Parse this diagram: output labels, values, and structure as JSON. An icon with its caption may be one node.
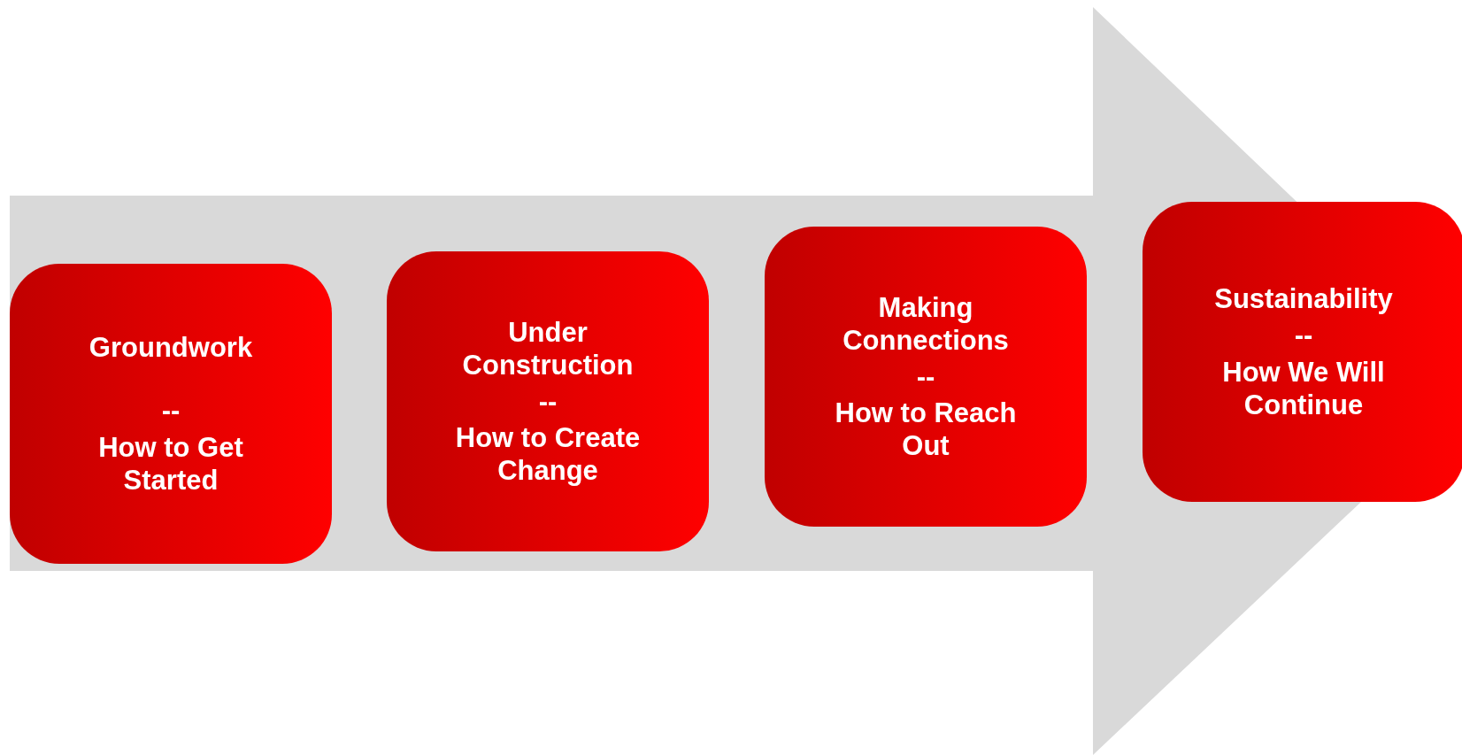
{
  "diagram": {
    "nodes": [
      {
        "text": [
          "Groundwork",
          "--",
          "How to Get Started"
        ]
      },
      {
        "text": [
          "Under Construction",
          "--",
          "How to Create Change"
        ]
      },
      {
        "text": [
          "Making Connections",
          "--",
          "How to Reach Out"
        ]
      },
      {
        "text": [
          "Sustainability",
          "--",
          "How We Will Continue"
        ]
      }
    ],
    "edges": [
      {
        "from": 0,
        "to": 3,
        "arrow": "to",
        "style": "thick"
      }
    ]
  }
}
